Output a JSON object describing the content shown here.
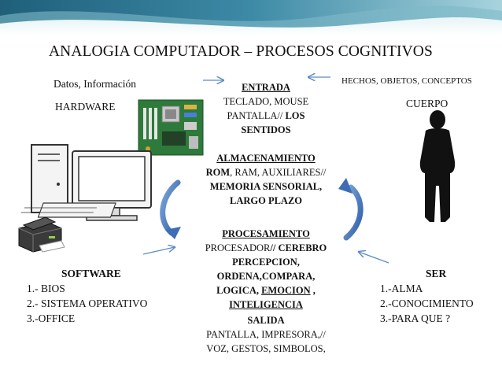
{
  "title": "ANALOGIA COMPUTADOR – PROCESOS COGNITIVOS",
  "left": {
    "datos": "Datos, Información",
    "hardware": "HARDWARE",
    "software_title": "SOFTWARE",
    "software_items": [
      "1.-  BIOS",
      "2.- SISTEMA OPERATIVO",
      "3.-OFFICE"
    ]
  },
  "right": {
    "hechos": "HECHOS, OBJETOS, CONCEPTOS",
    "cuerpo": "CUERPO",
    "ser_title": "SER",
    "ser_items": [
      "1.-ALMA",
      "2.-CONOCIMIENTO",
      "3.-PARA QUE ?"
    ]
  },
  "entrada": {
    "title": "ENTRADA",
    "line1": "TECLADO, MOUSE",
    "line2_normal": "PANTALLA// ",
    "line2_bold": "LOS",
    "line3": "SENTIDOS"
  },
  "almacenamiento": {
    "title": "ALMACENAMIENTO",
    "line1_bold": "ROM",
    "line1_normal": ", RAM, AUXILIARES//",
    "line2": "MEMORIA SENSORIAL,",
    "line3": "LARGO PLAZO"
  },
  "procesamiento": {
    "title": "PROCESAMIENTO",
    "line1_normal": "PROCESADOR",
    "line1_bold": "// CEREBRO",
    "line2": "PERCEPCION,",
    "line3": "ORDENA,COMPARA,",
    "line4_a": "LOGICA, ",
    "line4_b": "EMOCION",
    "line4_c": " ,",
    "line5": "INTELIGENCIA"
  },
  "salida": {
    "title": "SALIDA",
    "line1": "PANTALLA, IMPRESORA,//",
    "line2": "VOZ, GESTOS, SIMBOLOS,"
  },
  "colors": {
    "arrow": "#5b8bc5",
    "cycle": "#4472c4",
    "banner": "#2f6f86"
  },
  "icons": [
    "computer-icon",
    "printer-icon",
    "motherboard-icon",
    "person-silhouette-icon"
  ]
}
